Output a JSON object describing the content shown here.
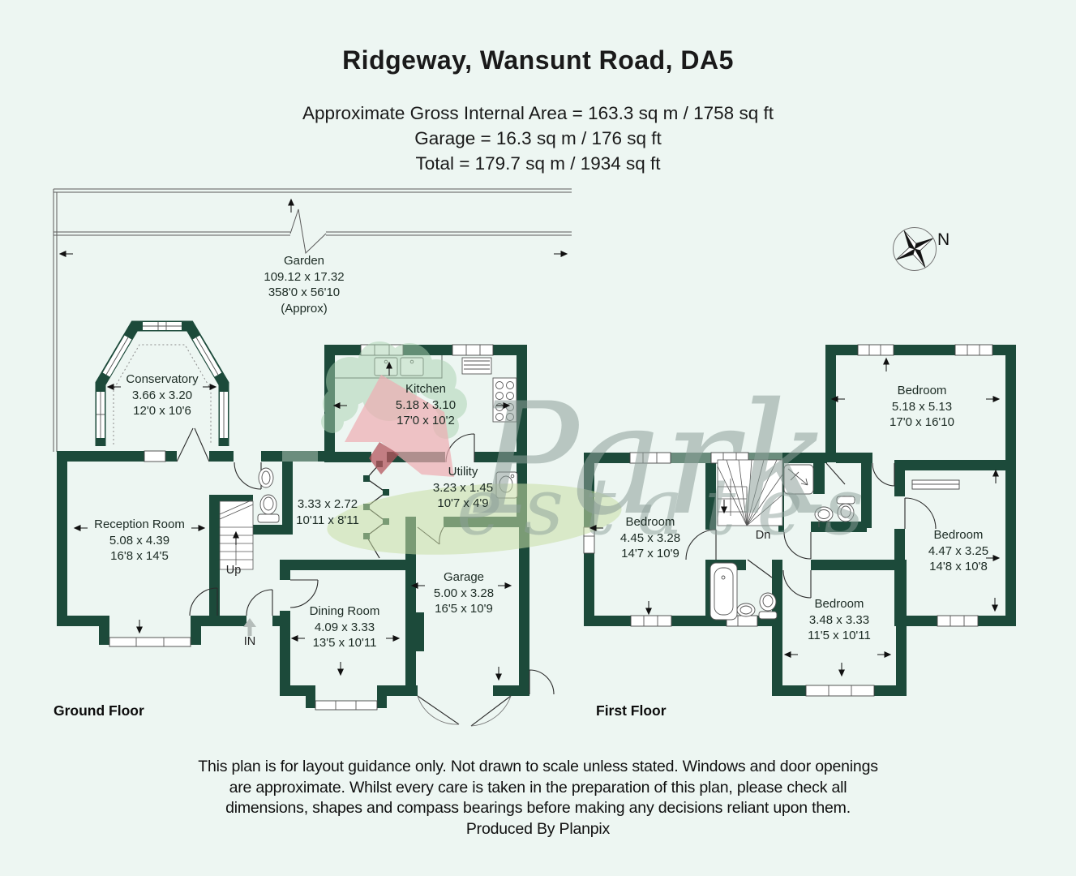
{
  "title": "Ridgeway, Wansunt Road, DA5",
  "area_lines": [
    "Approximate Gross Internal Area = 163.3 sq m / 1758 sq ft",
    "Garage = 16.3 sq m / 176 sq ft",
    "Total = 179.7 sq m / 1934 sq ft"
  ],
  "garden": {
    "name": "Garden",
    "metric": "109.12 x 17.32",
    "imperial": "358'0 x 56'10",
    "note": "(Approx)"
  },
  "compass": {
    "label": "N"
  },
  "ground_floor": {
    "label": "Ground Floor",
    "rooms": {
      "conservatory": {
        "name": "Conservatory",
        "metric": "3.66 x 3.20",
        "imperial": "12'0 x 10'6"
      },
      "reception": {
        "name": "Reception Room",
        "metric": "5.08 x 4.39",
        "imperial": "16'8 x 14'5"
      },
      "kitchen": {
        "name": "Kitchen",
        "metric": "5.18 x 3.10",
        "imperial": "17'0 x 10'2"
      },
      "hallway": {
        "metric": "3.33 x 2.72",
        "imperial": "10'11 x 8'11"
      },
      "utility": {
        "name": "Utility",
        "metric": "3.23 x 1.45",
        "imperial": "10'7 x 4'9"
      },
      "garage": {
        "name": "Garage",
        "metric": "5.00 x 3.28",
        "imperial": "16'5 x 10'9"
      },
      "dining": {
        "name": "Dining Room",
        "metric": "4.09 x 3.33",
        "imperial": "13'5 x 10'11"
      }
    },
    "annotations": {
      "up": "Up",
      "in": "IN"
    }
  },
  "first_floor": {
    "label": "First Floor",
    "rooms": {
      "bedroom_master": {
        "name": "Bedroom",
        "metric": "5.18 x 5.13",
        "imperial": "17'0 x 16'10"
      },
      "bedroom_left": {
        "name": "Bedroom",
        "metric": "4.45 x 3.28",
        "imperial": "14'7 x 10'9"
      },
      "bedroom_right": {
        "name": "Bedroom",
        "metric": "4.47 x 3.25",
        "imperial": "14'8 x 10'8"
      },
      "bedroom_bottom": {
        "name": "Bedroom",
        "metric": "3.48 x 3.33",
        "imperial": "11'5 x 10'11"
      }
    },
    "annotations": {
      "dn": "Dn"
    }
  },
  "watermark": {
    "line1": "Park",
    "line2": "estates"
  },
  "disclaimer": {
    "lines": [
      "This plan is for layout guidance only. Not drawn to scale unless stated. Windows and door openings",
      "are approximate. Whilst every care is taken in the preparation of this plan, please check all",
      "dimensions, shapes and compass bearings before making any decisions reliant upon them."
    ],
    "produced": "Produced By Planpix"
  },
  "colors": {
    "wall": "#1c4a3a",
    "sage": "#6b8d7d",
    "background": "#edf6f2",
    "watermark_gray": "#8da09a",
    "logo_pink": "#eeadb2",
    "logo_green": "#a9d2b0"
  }
}
